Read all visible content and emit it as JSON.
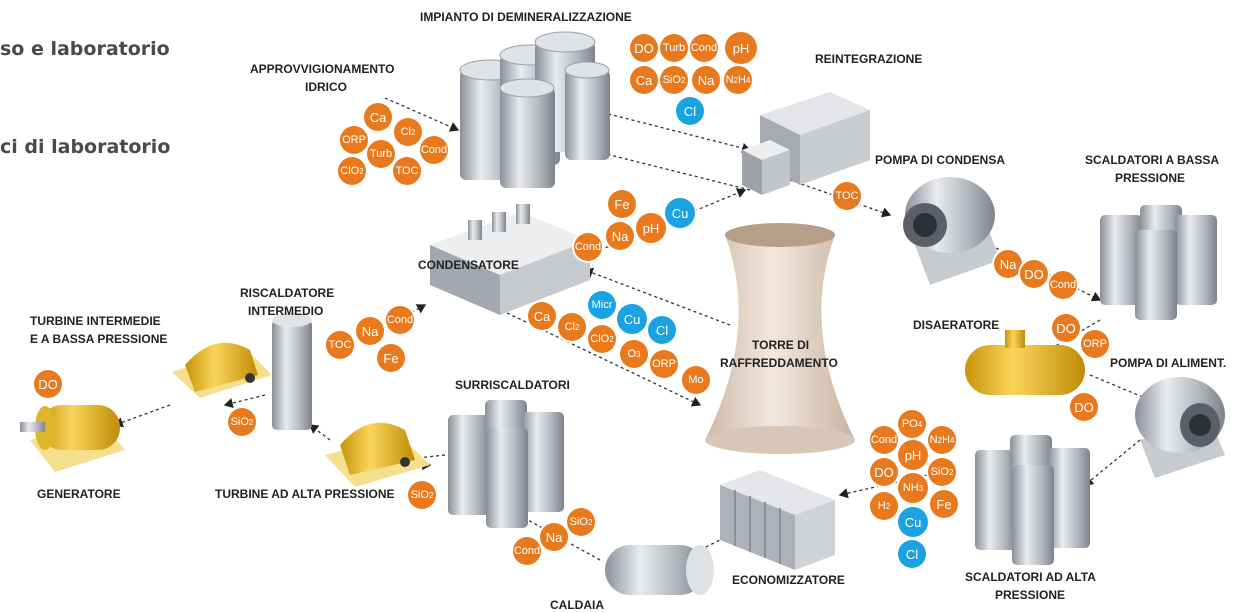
{
  "header": {
    "line1": "so e laboratorio",
    "line2": "ci di laboratorio"
  },
  "colors": {
    "parameter": "#e87a1d",
    "parameter_highlight": "#1aa3e0",
    "equipment": "#b9bcc2",
    "turbine": "#f1c21b",
    "tower": "#e6d6c8"
  },
  "labels": {
    "demin": "IMPIANTO DI DEMINERALIZZAZIONE",
    "water_supply_1": "APPROVVIGIONAMENTO",
    "water_supply_2": "IDRICO",
    "makeup": "REINTEGRAZIONE",
    "cond_pump": "POMPA DI CONDENSA",
    "lp_heaters_1": "SCALDATORI A BASSA",
    "lp_heaters_2": "PRESSIONE",
    "condenser": "CONDENSATORE",
    "reheater_1": "RISCALDATORE",
    "reheater_2": "INTERMEDIO",
    "ilp_turbines_1": "TURBINE INTERMEDIE",
    "ilp_turbines_2": "E A BASSA PRESSIONE",
    "deaerator": "DISAERATORE",
    "tower_1": "TORRE DI",
    "tower_2": "RAFFREDDAMENTO",
    "feed_pump": "POMPA DI ALIMENT.",
    "superheaters": "SURRISCALDATORI",
    "generator": "GENERATORE",
    "hp_turbines": "TURBINE AD ALTA PRESSIONE",
    "economizer": "ECONOMIZZATORE",
    "hp_heaters_1": "SCALDATORI AD ALTA",
    "hp_heaters_2": "PRESSIONE",
    "boiler": "CALDAIA"
  },
  "parameters": {
    "demin": [
      "DO",
      "Turb",
      "Cond",
      "pH",
      "Ca",
      "SiO2",
      "Na",
      "N2H4",
      "Cl"
    ],
    "water_supply": [
      "Ca",
      "ORP",
      "Cl2",
      "Turb",
      "Cond",
      "ClO2",
      "TOC"
    ],
    "condensate_line": [
      "Fe",
      "Cu",
      "pH",
      "Na",
      "Cond"
    ],
    "makeup_out": [
      "TOC"
    ],
    "cond_pump_out": [
      "Na",
      "DO",
      "Cond"
    ],
    "cooling": [
      "Ca",
      "Cl2",
      "Micr",
      "Cu",
      "Cl",
      "ClO2",
      "O3",
      "ORP",
      "Mo"
    ],
    "reheater": [
      "Na",
      "Cond",
      "TOC",
      "Fe"
    ],
    "generator": [
      "DO"
    ],
    "ilp_in": [
      "SiO2"
    ],
    "hp_turbine": [
      "SiO2"
    ],
    "deaerator": [
      "DO",
      "ORP"
    ],
    "feed_pump": [
      "DO"
    ],
    "hp_heaters": [
      "PO4",
      "Cond",
      "N2H4",
      "pH",
      "DO",
      "SiO2",
      "NH3",
      "H2",
      "Fe",
      "Cu",
      "Cl"
    ],
    "boiler": [
      "SiO2",
      "Na",
      "Cond"
    ]
  }
}
